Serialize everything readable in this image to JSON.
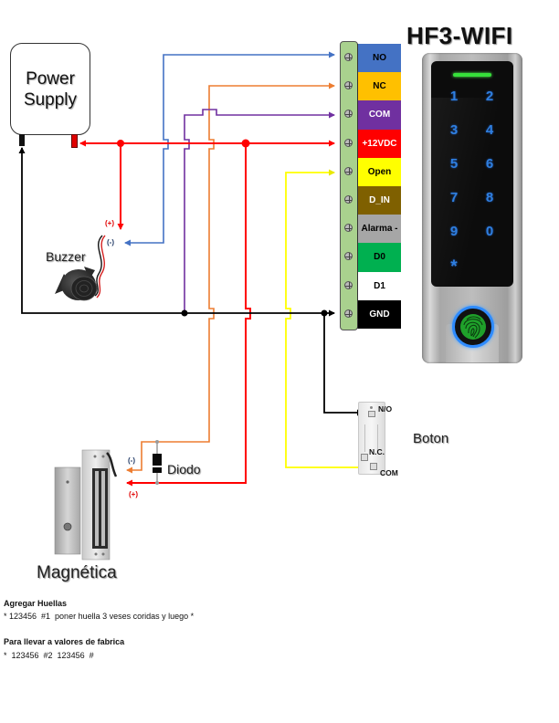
{
  "device": {
    "title": "HF3-WIFI",
    "keypad": {
      "keys": [
        "1",
        "2",
        "3",
        "4",
        "5",
        "6",
        "7",
        "8",
        "9",
        "0",
        "*"
      ],
      "bell_icon": "bell-icon",
      "fingerprint_icon": "fingerprint-icon"
    }
  },
  "power_supply": {
    "line1": "Power",
    "line2": "Supply"
  },
  "terminal_block": {
    "terminals": [
      {
        "label": "NO",
        "bg": "#4472C4",
        "fg": "#000000"
      },
      {
        "label": "NC",
        "bg": "#FFC000",
        "fg": "#000000"
      },
      {
        "label": "COM",
        "bg": "#7030A0",
        "fg": "#ffffff"
      },
      {
        "label": "+12VDC",
        "bg": "#FF0000",
        "fg": "#ffffff"
      },
      {
        "label": "Open",
        "bg": "#FFFF00",
        "fg": "#000000"
      },
      {
        "label": "D_IN",
        "bg": "#7F6000",
        "fg": "#ffffff"
      },
      {
        "label": "Alarma -",
        "bg": "#A6A6A6",
        "fg": "#000000"
      },
      {
        "label": "D0",
        "bg": "#00B050",
        "fg": "#000000"
      },
      {
        "label": "D1",
        "bg": "#FFFFFF",
        "fg": "#000000"
      },
      {
        "label": "GND",
        "bg": "#000000",
        "fg": "#ffffff"
      }
    ]
  },
  "buzzer": {
    "label": "Buzzer",
    "positive": "(+)",
    "negative": "(-)"
  },
  "magnet": {
    "label": "Magnética",
    "negative": "(-)",
    "positive": "(+)"
  },
  "diode": {
    "label": "Diodo"
  },
  "button": {
    "label": "Boton",
    "no": "N/O",
    "nc": "N.C.",
    "com": "COM"
  },
  "instructions": [
    {
      "title": "Agregar Huellas",
      "text": "* 123456  #1  poner huella 3 veses coridas y luego *"
    },
    {
      "title": "Para llevar a valores de fabrica",
      "text": "*  123456  #2  123456  #"
    }
  ]
}
